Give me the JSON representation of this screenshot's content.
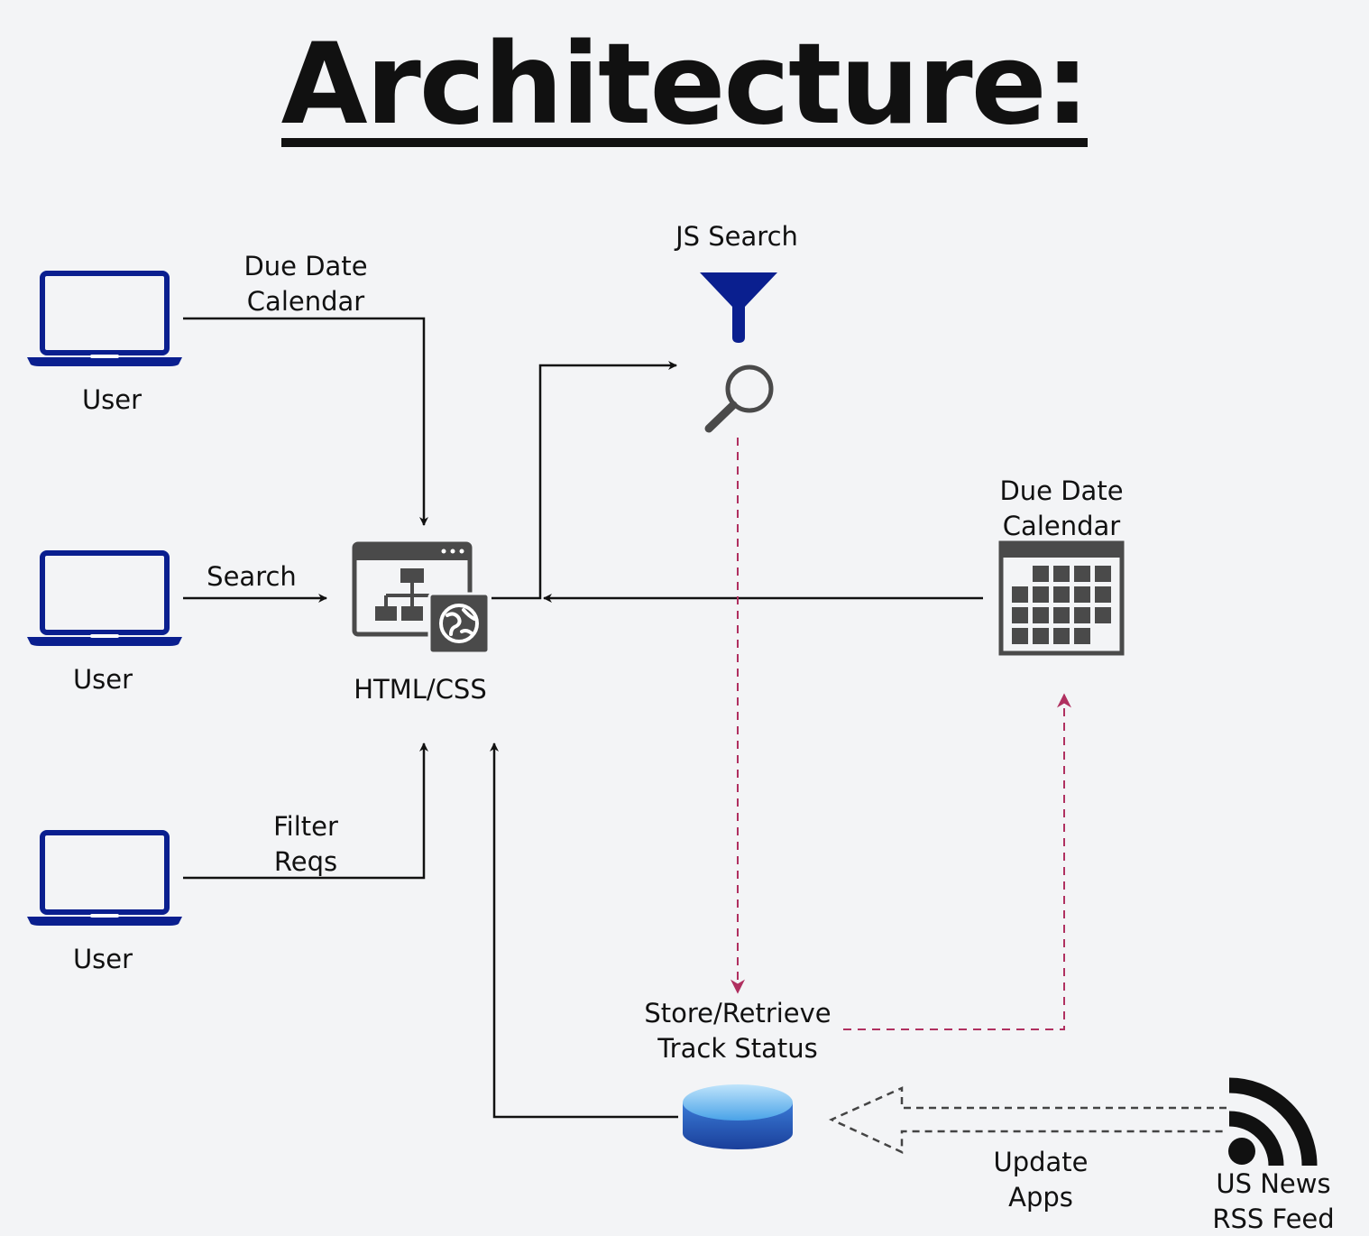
{
  "title": "Architecture:",
  "nodes": {
    "user1": "User",
    "user2": "User",
    "user3": "User",
    "web": "HTML/CSS",
    "search": "JS Search",
    "calendar": [
      "Due Date",
      "Calendar"
    ],
    "database": [
      "Store/Retrieve",
      "Track Status"
    ],
    "rss": [
      "US News",
      "RSS Feed"
    ]
  },
  "edges": {
    "user1_to_web": [
      "Due Date",
      "Calendar"
    ],
    "user2_to_web": "Search",
    "user3_to_web": [
      "Filter",
      "Reqs"
    ],
    "rss_to_db": [
      "Update",
      "Apps"
    ]
  },
  "colors": {
    "icon_navy": "#0a1f8f",
    "dashed_link": "#b03060",
    "db_top": "#7ec4f0",
    "db_body": "#2a5fc0",
    "icon_gray": "#4a4a4a"
  }
}
